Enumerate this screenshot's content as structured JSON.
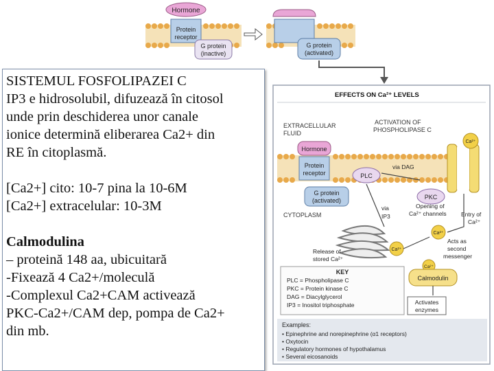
{
  "top_diagram": {
    "hormone": "Hormone",
    "protein_receptor": "Protein receptor",
    "g_protein_inactive": "G protein (inactive)",
    "g_protein_activated": "G protein (activated)"
  },
  "main_diagram": {
    "header": "EFFECTS ON Ca²⁺ LEVELS",
    "extracellular_fluid": "EXTRACELLULAR FLUID",
    "activation_label": "ACTIVATION OF PHOSPHOLIPASE C",
    "hormone": "Hormone",
    "protein_receptor": "Protein receptor",
    "g_protein_activated": "G protein (activated)",
    "plc": "PLC",
    "via_dag": "via DAG",
    "pkc": "PKC",
    "ca2": "Ca²⁺",
    "cytoplasm": "CYTOPLASM",
    "via_ip3": "via IP3",
    "opening_channels": "Opening of Ca²⁺ channels",
    "entry_of_ca": "Entry of Ca²⁺",
    "release_stored": "Release of stored Ca²⁺",
    "acts_as_second_messenger": "Acts as second messenger",
    "calmodulin": "Calmodulin",
    "activates_enzymes": "Activates enzymes",
    "key_title": "KEY",
    "key_items": [
      "PLC = Phospholipase C",
      "PKC = Protein kinase C",
      "DAG = Diacylglycerol",
      "IP3 = Inositol triphosphate"
    ],
    "examples_title": "Examples:",
    "examples": [
      "Epinephrine and norepinephrine (α1 receptors)",
      "Oxytocin",
      "Regulatory hormones of hypothalamus",
      "Several eicosanoids"
    ]
  },
  "text_box": {
    "title": "SISTEMUL FOSFOLIPAZEI C",
    "lines1": [
      "IP3 e hidrosolubil, difuzează în citosol",
      "unde prin deschiderea unor canale",
      "ionice determină eliberarea Ca2+ din",
      "RE în citoplasmă."
    ],
    "lines2": [
      "[Ca2+] cito:  10-7 pina la 10-6M",
      "[Ca2+] extracelular: 10-3M"
    ],
    "calmodulin_title": "Calmodulina",
    "lines3": [
      "– proteină 148 aa, ubicuitară",
      "-Fixează 4 Ca2+/moleculă",
      "-Complexul Ca2+CAM activează",
      "PKC-Ca2+/CAM dep, pompa de Ca2+",
      "din mb."
    ]
  },
  "colors": {
    "membrane": "#e8a94a",
    "hormone_pink": "#e9a6d6",
    "receptor_blue": "#b8cfe8",
    "calcium_yellow": "#f2d048",
    "panel_border": "#9aa2b0",
    "textbox_border": "#7b8da8"
  }
}
